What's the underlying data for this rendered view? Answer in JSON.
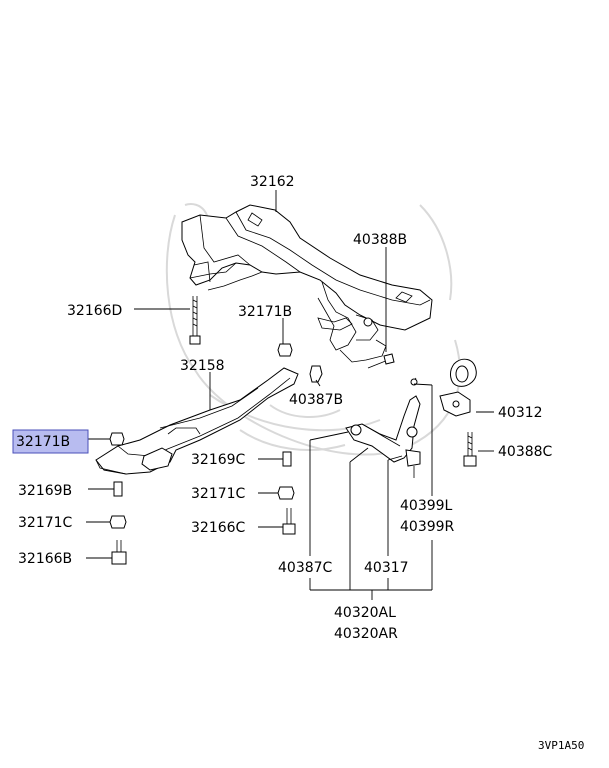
{
  "diagram": {
    "highlight_color": "#b8bcf0",
    "highlighted_part": "32171B",
    "drawing_code": "3VP1A50",
    "labels": {
      "p32162": "32162",
      "p40388B": "40388B",
      "p32166D": "32166D",
      "p32171B_top": "32171B",
      "p32158": "32158",
      "p40387B": "40387B",
      "p40312": "40312",
      "p32171B_left": "32171B",
      "p40388C": "40388C",
      "p32169C": "32169C",
      "p32169B": "32169B",
      "p32171C_mid": "32171C",
      "p40399L": "40399L",
      "p40399R": "40399R",
      "p32171C_left": "32171C",
      "p32166C": "32166C",
      "p32166B": "32166B",
      "p40387C": "40387C",
      "p40317": "40317",
      "p40320AL": "40320AL",
      "p40320AR": "40320AR"
    }
  }
}
